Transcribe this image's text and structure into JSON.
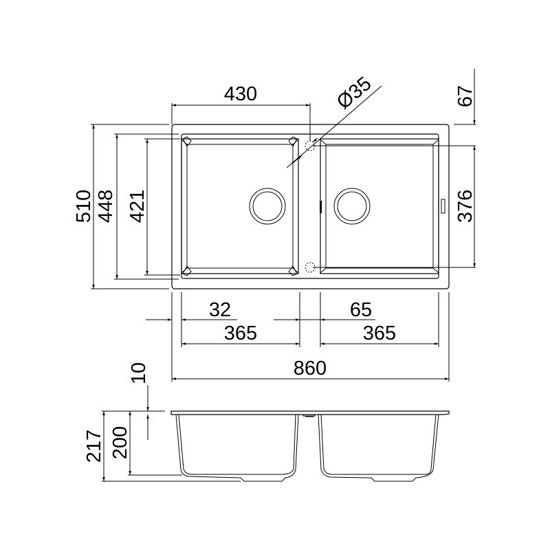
{
  "drawing": {
    "title": "Double bowl sink technical drawing",
    "unit": "mm",
    "line_color": "#000000",
    "background": "#ffffff",
    "top_view": {
      "dimensions": {
        "bowl_center_to_overflow": "430",
        "overflow_hole_diameter": "Ø35",
        "top_offset": "67",
        "right_bowl_depth_inner": "376",
        "overall_depth": "510",
        "bowl_outer_depth": "448",
        "bowl_inner_depth": "421",
        "left_gap": "32",
        "center_gap": "65",
        "left_bowl_width": "365",
        "right_bowl_width": "365",
        "overall_width": "860"
      }
    },
    "side_view": {
      "dimensions": {
        "rim_thickness": "10",
        "overall_height": "217",
        "bowl_depth": "200"
      }
    }
  }
}
